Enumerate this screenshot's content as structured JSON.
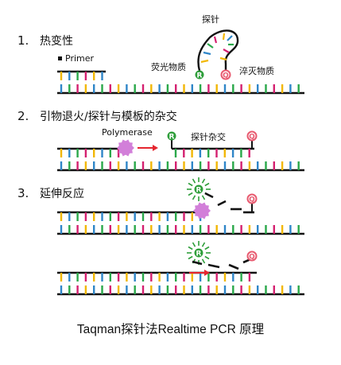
{
  "steps": [
    {
      "number": "1.",
      "title": "热变性"
    },
    {
      "number": "2.",
      "title": "引物退火/探针与模板的杂交"
    },
    {
      "number": "3.",
      "title": "延伸反应"
    }
  ],
  "labels": {
    "primer": "Primer",
    "probe": "探针",
    "fluorophore": "荧光物质",
    "quencher": "淬灭物质",
    "polymerase": "Polymerase",
    "probe_hybrid": "探针杂交"
  },
  "markers": {
    "reporter": "R",
    "quencher": "Q"
  },
  "caption": "Taqman探针法Realtime PCR 原理",
  "colors": {
    "base_yellow": "#f2b705",
    "base_blue": "#2f86c8",
    "base_green": "#2aa84a",
    "base_magenta": "#d4206f",
    "strand": "#111111",
    "reporter": "#2e9e3a",
    "quencher": "#e85b70",
    "polymerase": "#d27fd9",
    "arrow": "#e5262f"
  }
}
